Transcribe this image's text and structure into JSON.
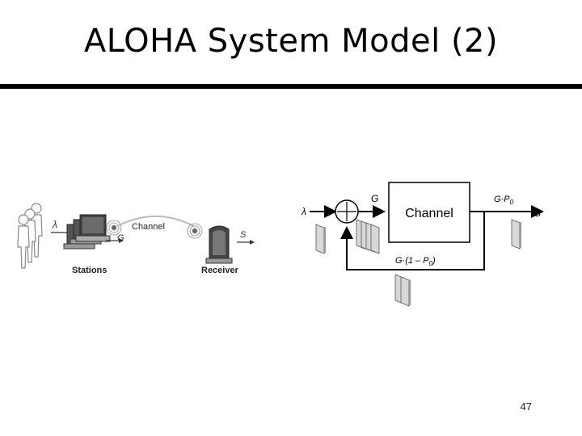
{
  "slide": {
    "title": "ALOHA System Model (2)",
    "page_number": "47"
  },
  "left_diagram": {
    "arrival_rate_label": "λ",
    "offered_load_label": "G",
    "channel_label": "Channel",
    "throughput_label": "S",
    "stations_label": "Stations",
    "receiver_label": "Receiver"
  },
  "right_diagram": {
    "input_label": "λ",
    "offered_load_label": "G",
    "channel_label": "Channel",
    "success_label_main": "G·P",
    "success_label_sub": "0",
    "output_label": "S",
    "feedback_label_main": "G·(1 – P",
    "feedback_label_sub": "0",
    "feedback_label_close": ")"
  }
}
